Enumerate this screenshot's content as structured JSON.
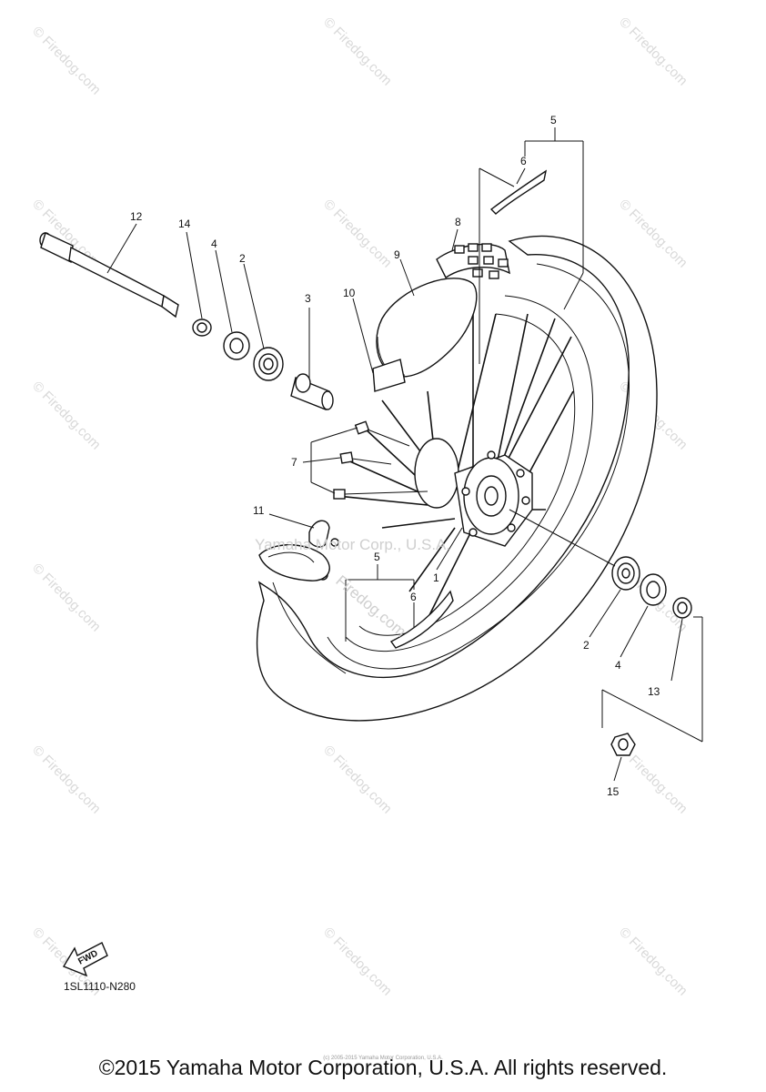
{
  "watermark": "© Firedog.com",
  "watermark_overlay": "Firedog.com",
  "watermark_overlay_2": "Yamaha Motor Corp., U.S.A.",
  "diagram_code": "1SL1110-N280",
  "fwd_label": "FWD",
  "tiny_copyright": "(c) 2005-2015 Yamaha Motor Corporation, U.S.A.",
  "copyright": "©2015 Yamaha Motor Corporation, U.S.A. All rights reserved.",
  "callouts": {
    "c1": "1",
    "c2a": "2",
    "c2b": "2",
    "c3": "3",
    "c4a": "4",
    "c4b": "4",
    "c5a": "5",
    "c5b": "5",
    "c6a": "6",
    "c6b": "6",
    "c7": "7",
    "c8": "8",
    "c9": "9",
    "c10": "10",
    "c11": "11",
    "c12": "12",
    "c13": "13",
    "c14": "14",
    "c15": "15"
  },
  "colors": {
    "line": "#111111",
    "watermark": "#d9d9d9",
    "background": "#ffffff"
  }
}
